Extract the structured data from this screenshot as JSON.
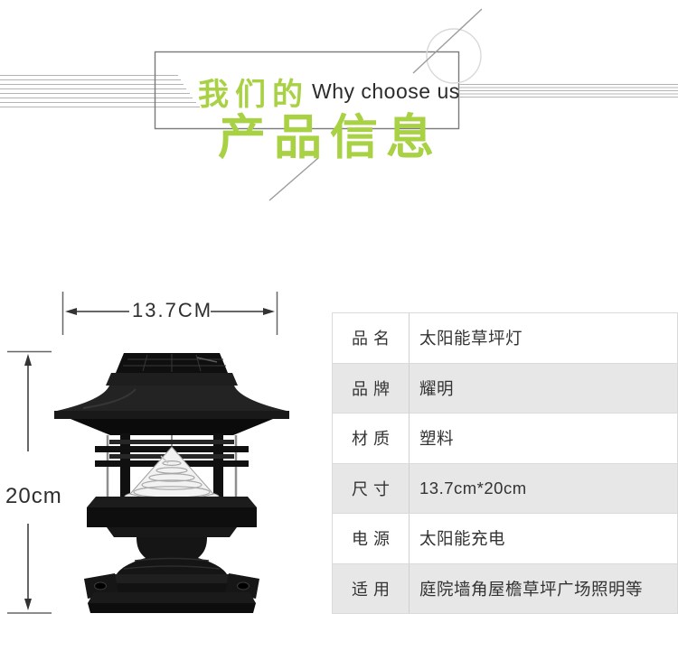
{
  "header": {
    "title_cn_small": "我们的",
    "subtitle_en": "Why choose us",
    "title_cn_big": "产品信息",
    "accent_color": "#a9d144"
  },
  "figure": {
    "image_name": "solar-pillar-lawn-lamp-photo",
    "width_label": "13.7CM",
    "height_label": "20cm"
  },
  "spec_table": {
    "rows": [
      {
        "label": "品名",
        "value": "太阳能草坪灯"
      },
      {
        "label": "品牌",
        "value": "耀明"
      },
      {
        "label": "材质",
        "value": "塑料"
      },
      {
        "label": "尺寸",
        "value": "13.7cm*20cm"
      },
      {
        "label": "电源",
        "value": "太阳能充电"
      },
      {
        "label": "适用",
        "value": "庭院墙角屋檐草坪广场照明等"
      }
    ]
  }
}
